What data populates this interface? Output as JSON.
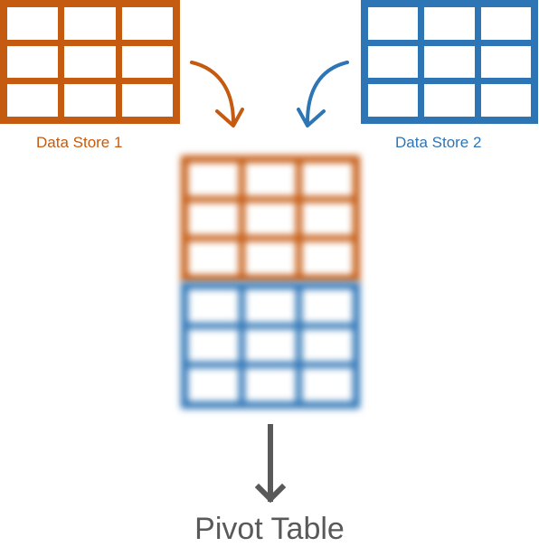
{
  "colors": {
    "store1": "#c55a11",
    "store2": "#2e75b6",
    "arrow_dark": "#595959"
  },
  "store1": {
    "label": "Data Store 1",
    "rows": 3,
    "cols": 3
  },
  "store2": {
    "label": "Data Store 2",
    "rows": 3,
    "cols": 3
  },
  "merged": {
    "rows": 3,
    "cols": 3
  },
  "output": {
    "label": "Pivot Table"
  }
}
